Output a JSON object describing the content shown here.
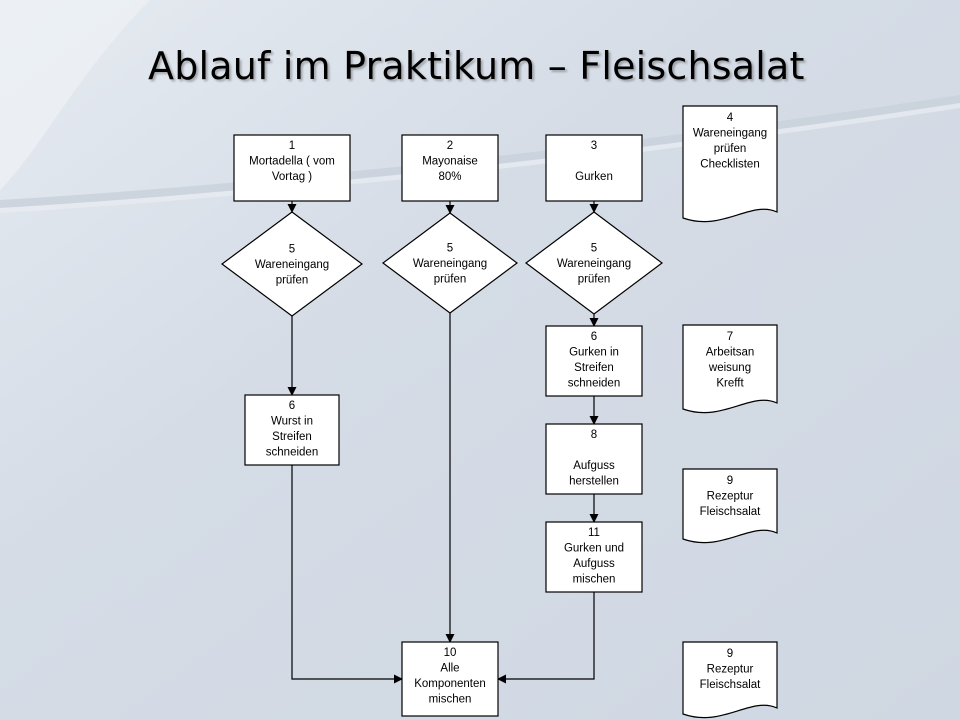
{
  "slide": {
    "title": "Ablauf im Praktikum – Fleischsalat"
  },
  "flowchart": {
    "nodes": [
      {
        "id": "n1",
        "shape": "process",
        "lines": [
          "1",
          "Mortadella ( vom",
          "Vortag )"
        ]
      },
      {
        "id": "n2",
        "shape": "process",
        "lines": [
          "2",
          "Mayonaise",
          "80%"
        ]
      },
      {
        "id": "n3",
        "shape": "process",
        "lines": [
          "3",
          "",
          "Gurken"
        ]
      },
      {
        "id": "d1",
        "shape": "decision",
        "lines": [
          "5",
          "Wareneingang",
          "prüfen"
        ]
      },
      {
        "id": "d2",
        "shape": "decision",
        "lines": [
          "5",
          "Wareneingang",
          "prüfen"
        ]
      },
      {
        "id": "d3",
        "shape": "decision",
        "lines": [
          "5",
          "Wareneingang",
          "prüfen"
        ]
      },
      {
        "id": "n6a",
        "shape": "process",
        "lines": [
          "6",
          "Wurst in",
          "Streifen",
          "schneiden"
        ]
      },
      {
        "id": "n6b",
        "shape": "process",
        "lines": [
          "6",
          "Gurken in",
          "Streifen",
          "schneiden"
        ]
      },
      {
        "id": "n8",
        "shape": "process",
        "lines": [
          "8",
          "",
          "Aufguss",
          "herstellen"
        ]
      },
      {
        "id": "n11",
        "shape": "process",
        "lines": [
          "11",
          "Gurken und",
          "Aufguss",
          "mischen"
        ]
      },
      {
        "id": "n10",
        "shape": "process",
        "lines": [
          "10",
          "Alle",
          "Komponenten",
          "mischen"
        ]
      },
      {
        "id": "doc4",
        "shape": "document",
        "lines": [
          "4",
          "Wareneingang",
          "prüfen",
          "Checklisten"
        ]
      },
      {
        "id": "doc7",
        "shape": "document",
        "lines": [
          "7",
          "Arbeitsan",
          "weisung",
          "Krefft"
        ]
      },
      {
        "id": "doc9a",
        "shape": "document",
        "lines": [
          "9",
          "Rezeptur",
          "Fleischsalat"
        ]
      },
      {
        "id": "doc9b",
        "shape": "document",
        "lines": [
          "9",
          "Rezeptur",
          "Fleischsalat"
        ]
      }
    ],
    "edges": [
      {
        "from": "n1",
        "to": "d1"
      },
      {
        "from": "n2",
        "to": "d2"
      },
      {
        "from": "n3",
        "to": "d3"
      },
      {
        "from": "d1",
        "to": "n6a"
      },
      {
        "from": "d3",
        "to": "n6b"
      },
      {
        "from": "n6b",
        "to": "n8"
      },
      {
        "from": "n8",
        "to": "n11"
      },
      {
        "from": "d2",
        "to": "n10"
      },
      {
        "from": "n6a",
        "to": "n10"
      },
      {
        "from": "n11",
        "to": "n10"
      }
    ]
  }
}
